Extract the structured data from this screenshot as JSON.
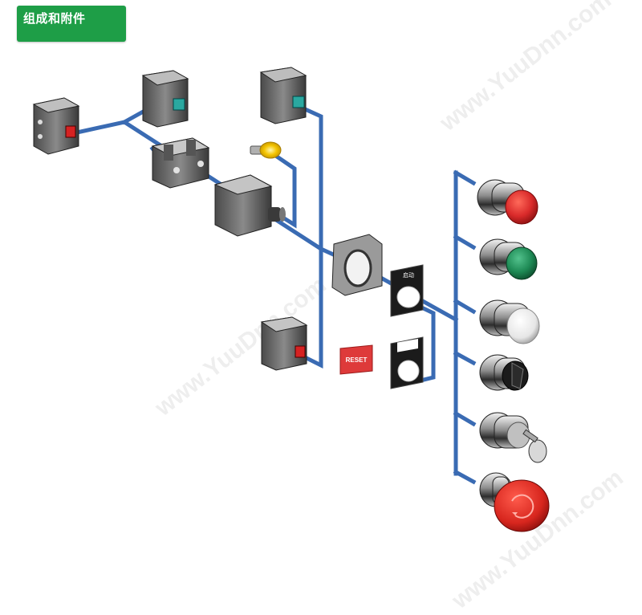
{
  "header": {
    "title": "组成和附件"
  },
  "plates": {
    "top_label": "启动",
    "reset_label": "RESET"
  },
  "watermark": "www.YuuDnn.com",
  "colors": {
    "badge": "#1e9e47",
    "connector": "#3a6bb3",
    "red_cap": "#d92a2a",
    "green_cap": "#1e8a55"
  }
}
